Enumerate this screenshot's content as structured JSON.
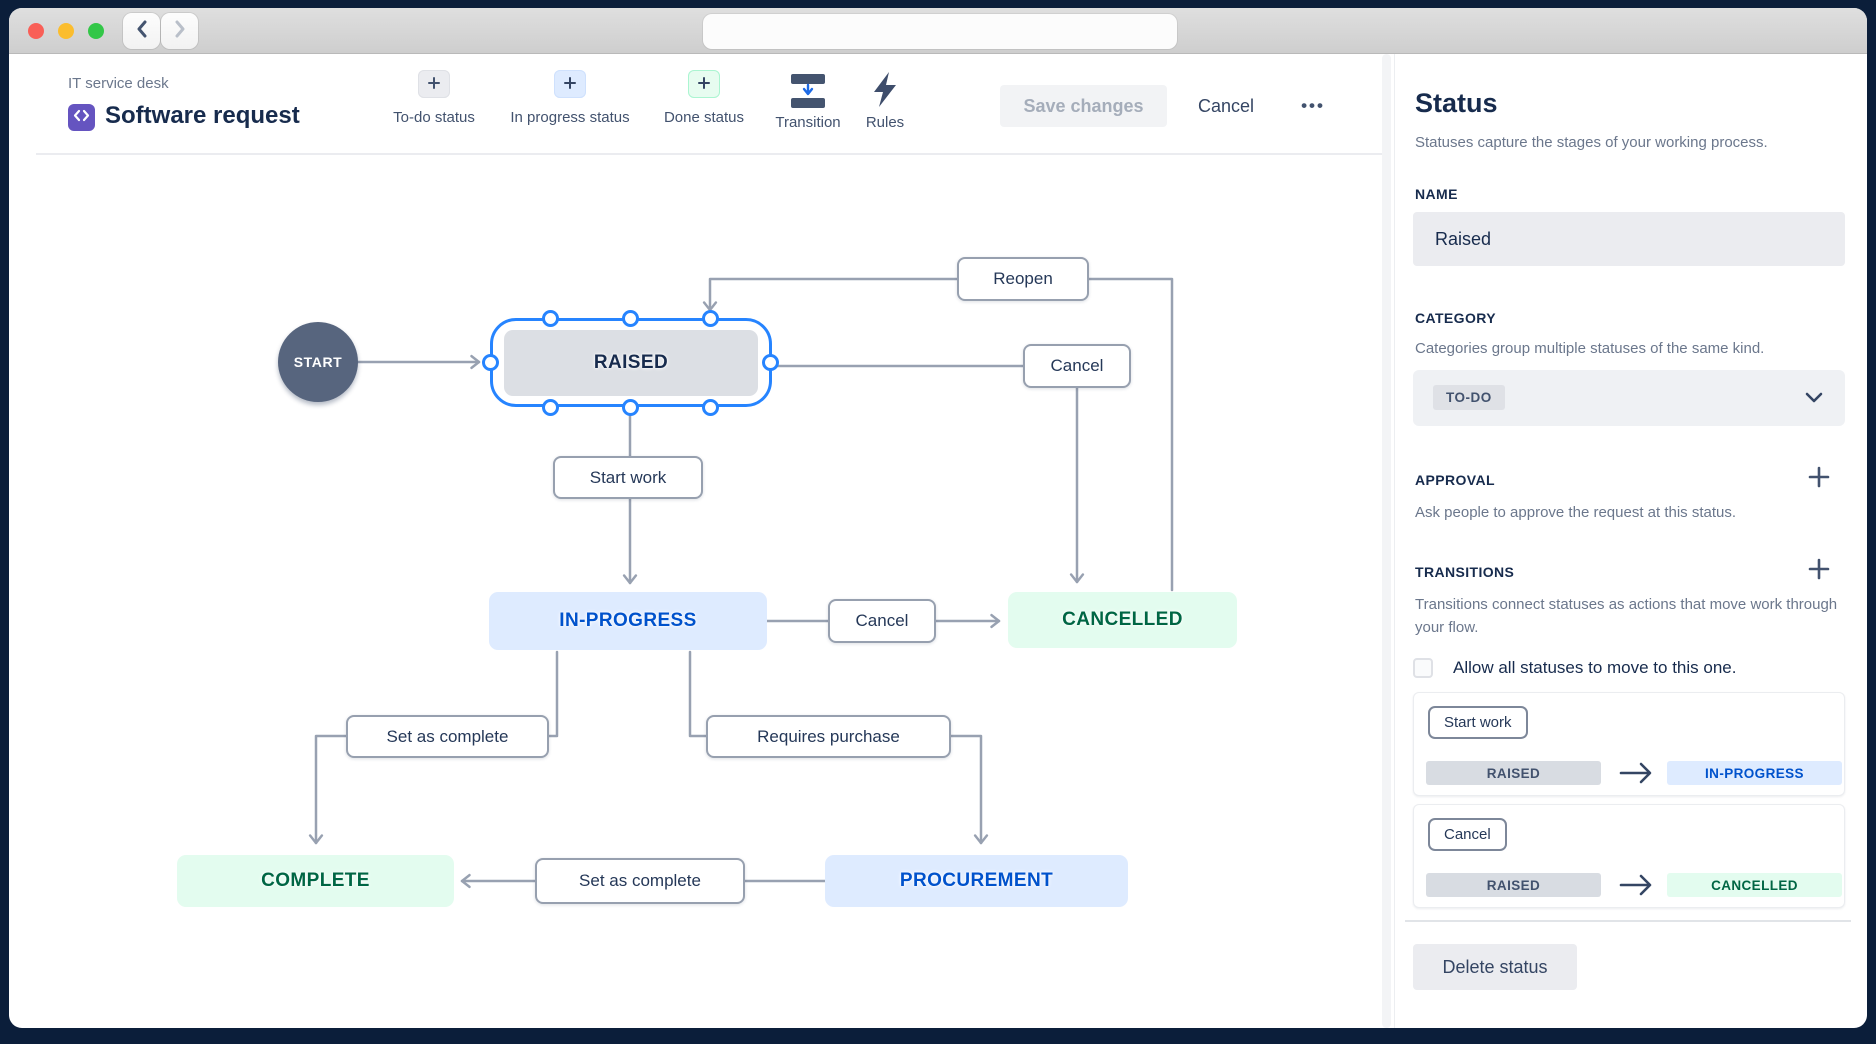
{
  "window": {
    "url_value": ""
  },
  "colors": {
    "selection_accent": "#2684FF",
    "todo_grey_bg": "#dcdfe4",
    "inprogress_blue_bg": "#deebff",
    "done_green_bg": "#e3fcef",
    "navy_text": "#172b4d",
    "blue_text": "#0052cc",
    "green_text": "#006644",
    "connector_grey": "#98a1b1",
    "app_icon_purple": "#6554c0"
  },
  "header": {
    "project": "IT service desk",
    "title": "Software request",
    "tools": {
      "todo": "To-do status",
      "in_progress": "In progress status",
      "done": "Done status",
      "transition": "Transition",
      "rules": "Rules"
    },
    "save_label": "Save changes",
    "cancel_label": "Cancel",
    "more_label": "•••"
  },
  "icons": {
    "add_todo_status": "plus",
    "add_in_progress_status": "plus",
    "add_done_status": "plus",
    "transition": "merge-bars-with-down-arrow",
    "rules": "lightning-bolt",
    "back": "chevron-left",
    "forward": "chevron-right",
    "category_expand": "chevron-down",
    "approval_add": "plus",
    "transitions_add": "plus",
    "card_arrow": "arrow-right",
    "app": "code-brackets"
  },
  "diagram": {
    "start_label": "START",
    "nodes": {
      "raised": "RAISED",
      "in_progress": "IN-PROGRESS",
      "cancelled": "CANCELLED",
      "complete": "COMPLETE",
      "procurement": "PROCUREMENT"
    },
    "transitions": {
      "reopen": "Reopen",
      "cancel_top": "Cancel",
      "start_work": "Start work",
      "cancel_mid": "Cancel",
      "set_complete_top": "Set as complete",
      "requires_purchase": "Requires purchase",
      "set_complete_bottom": "Set as complete"
    }
  },
  "sidebar": {
    "title": "Status",
    "subtitle": "Statuses capture the stages of your working process.",
    "name_label": "NAME",
    "name_value": "Raised",
    "category_label": "CATEGORY",
    "category_desc": "Categories group multiple statuses of the same kind.",
    "category_value": "TO-DO",
    "approval_label": "APPROVAL",
    "approval_desc": "Ask people to approve the request at this status.",
    "transitions_label": "TRANSITIONS",
    "transitions_desc": "Transitions connect statuses as actions that move work through your flow.",
    "allow_all_label": "Allow all statuses to move to this one.",
    "cards": [
      {
        "action": "Start work",
        "from": "RAISED",
        "to": "IN-PROGRESS"
      },
      {
        "action": "Cancel",
        "from": "RAISED",
        "to": "CANCELLED"
      }
    ],
    "delete_label": "Delete status"
  }
}
